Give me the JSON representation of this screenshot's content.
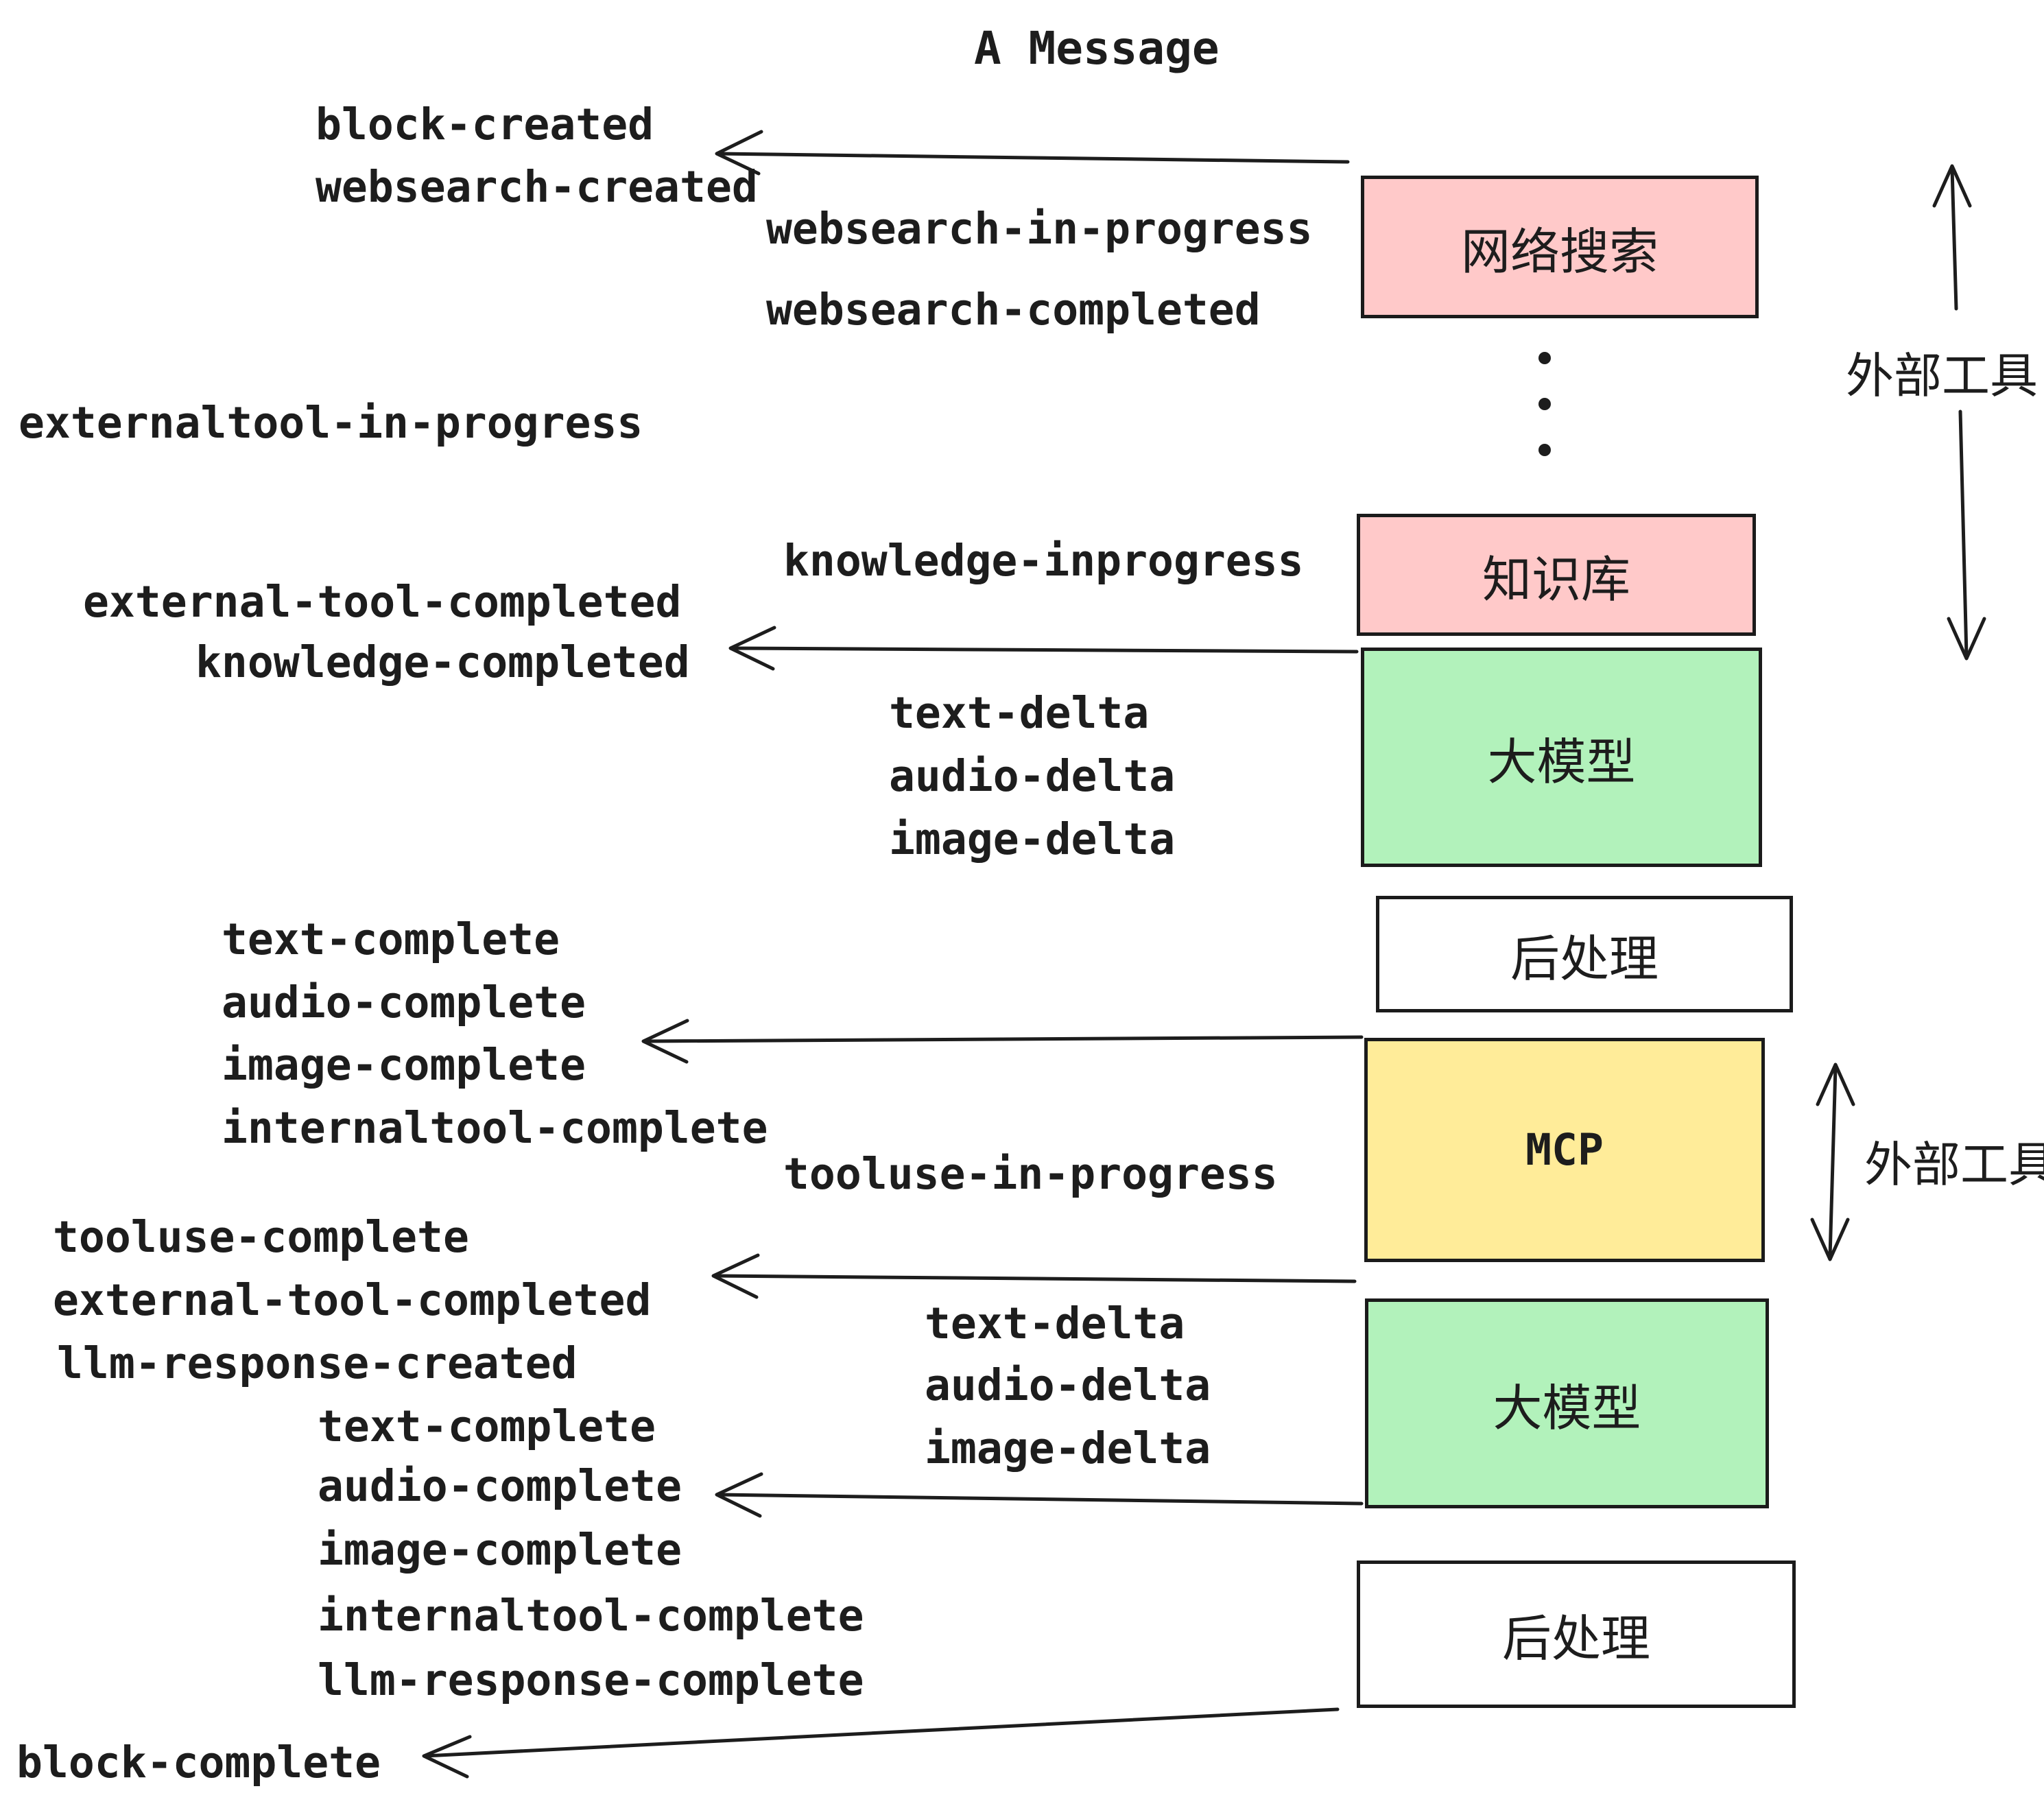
{
  "title": "A Message",
  "colors": {
    "ink": "#1d1d1d",
    "pink": "#ffc9c9",
    "green": "#b2f2bb",
    "yellow": "#ffec99",
    "white": "#ffffff",
    "background": "#ffffff"
  },
  "boxes": [
    {
      "id": "websearch",
      "label": "网络搜索",
      "color": "#ffc9c9"
    },
    {
      "id": "knowledge",
      "label": "知识库",
      "color": "#ffc9c9"
    },
    {
      "id": "llm1",
      "label": "大模型",
      "color": "#b2f2bb"
    },
    {
      "id": "post1",
      "label": "后处理",
      "color": "#ffffff"
    },
    {
      "id": "mcp",
      "label": "MCP",
      "color": "#ffec99"
    },
    {
      "id": "llm2",
      "label": "大模型",
      "color": "#b2f2bb"
    },
    {
      "id": "post2",
      "label": "后处理",
      "color": "#ffffff"
    }
  ],
  "side_labels": {
    "top": "外部工具",
    "bottom": "外部工具"
  },
  "ellipsis_between_tools": "vertical-three-dots",
  "events": [
    {
      "text": "block-created"
    },
    {
      "text": "websearch-created"
    },
    {
      "text": "websearch-in-progress"
    },
    {
      "text": "websearch-completed"
    },
    {
      "text": "externaltool-in-progress"
    },
    {
      "text": "knowledge-inprogress"
    },
    {
      "text": "external-tool-completed"
    },
    {
      "text": "knowledge-completed"
    },
    {
      "text": "text-delta"
    },
    {
      "text": "audio-delta"
    },
    {
      "text": "image-delta"
    },
    {
      "text": "text-complete"
    },
    {
      "text": "audio-complete"
    },
    {
      "text": "image-complete"
    },
    {
      "text": "internaltool-complete"
    },
    {
      "text": "tooluse-in-progress"
    },
    {
      "text": "tooluse-complete"
    },
    {
      "text": "external-tool-completed"
    },
    {
      "text": "llm-response-created"
    },
    {
      "text": "text-delta"
    },
    {
      "text": "audio-delta"
    },
    {
      "text": "image-delta"
    },
    {
      "text": "text-complete"
    },
    {
      "text": "audio-complete"
    },
    {
      "text": "image-complete"
    },
    {
      "text": "internaltool-complete"
    },
    {
      "text": "llm-response-complete"
    },
    {
      "text": "block-complete"
    }
  ]
}
